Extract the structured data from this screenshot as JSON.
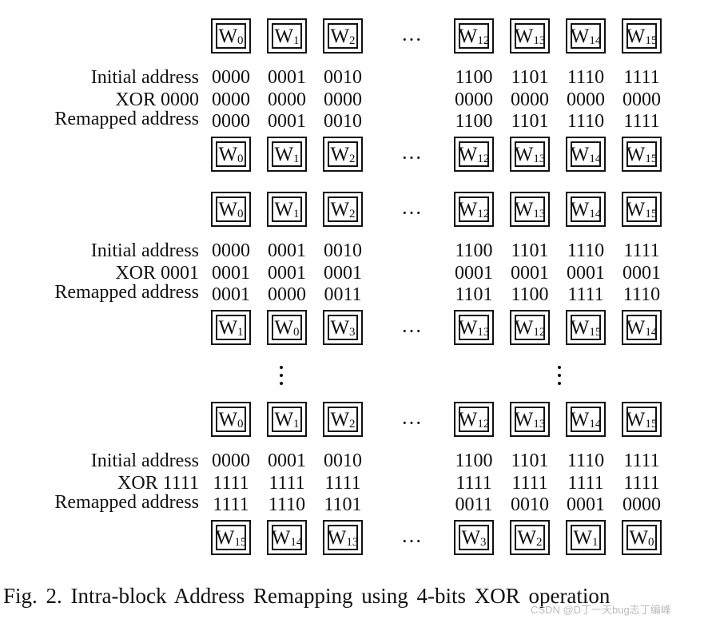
{
  "blocks": [
    {
      "top_words": [
        "W0",
        "W1",
        "W2",
        "W12",
        "W13",
        "W14",
        "W15"
      ],
      "initial_label": "Initial address",
      "initial": [
        "0000",
        "0001",
        "0010",
        "1100",
        "1101",
        "1110",
        "1111"
      ],
      "xor_label": "XOR 0000",
      "xor": [
        "0000",
        "0000",
        "0000",
        "0000",
        "0000",
        "0000",
        "0000"
      ],
      "remap_label": "Remapped address",
      "remap": [
        "0000",
        "0001",
        "0010",
        "1100",
        "1101",
        "1110",
        "1111"
      ],
      "bottom_words": [
        "W0",
        "W1",
        "W2",
        "W12",
        "W13",
        "W14",
        "W15"
      ]
    },
    {
      "top_words": [
        "W0",
        "W1",
        "W2",
        "W12",
        "W13",
        "W14",
        "W15"
      ],
      "initial_label": "Initial address",
      "initial": [
        "0000",
        "0001",
        "0010",
        "1100",
        "1101",
        "1110",
        "1111"
      ],
      "xor_label": "XOR 0001",
      "xor": [
        "0001",
        "0001",
        "0001",
        "0001",
        "0001",
        "0001",
        "0001"
      ],
      "remap_label": "Remapped address",
      "remap": [
        "0001",
        "0000",
        "0011",
        "1101",
        "1100",
        "1111",
        "1110"
      ],
      "bottom_words": [
        "W1",
        "W0",
        "W3",
        "W13",
        "W12",
        "W15",
        "W14"
      ]
    },
    {
      "top_words": [
        "W0",
        "W1",
        "W2",
        "W12",
        "W13",
        "W14",
        "W15"
      ],
      "initial_label": "Initial address",
      "initial": [
        "0000",
        "0001",
        "0010",
        "1100",
        "1101",
        "1110",
        "1111"
      ],
      "xor_label": "XOR 1111",
      "xor": [
        "1111",
        "1111",
        "1111",
        "1111",
        "1111",
        "1111",
        "1111"
      ],
      "remap_label": "Remapped address",
      "remap": [
        "1111",
        "1110",
        "1101",
        "0011",
        "0010",
        "0001",
        "0000"
      ],
      "bottom_words": [
        "W15",
        "W14",
        "W13",
        "W3",
        "W2",
        "W1",
        "W0"
      ]
    }
  ],
  "ellipsis": "···",
  "caption": "Fig. 2.  Intra-block Address Remapping using 4-bits XOR operation",
  "watermark": "CSDN @D丁一天bug志丁编峰"
}
